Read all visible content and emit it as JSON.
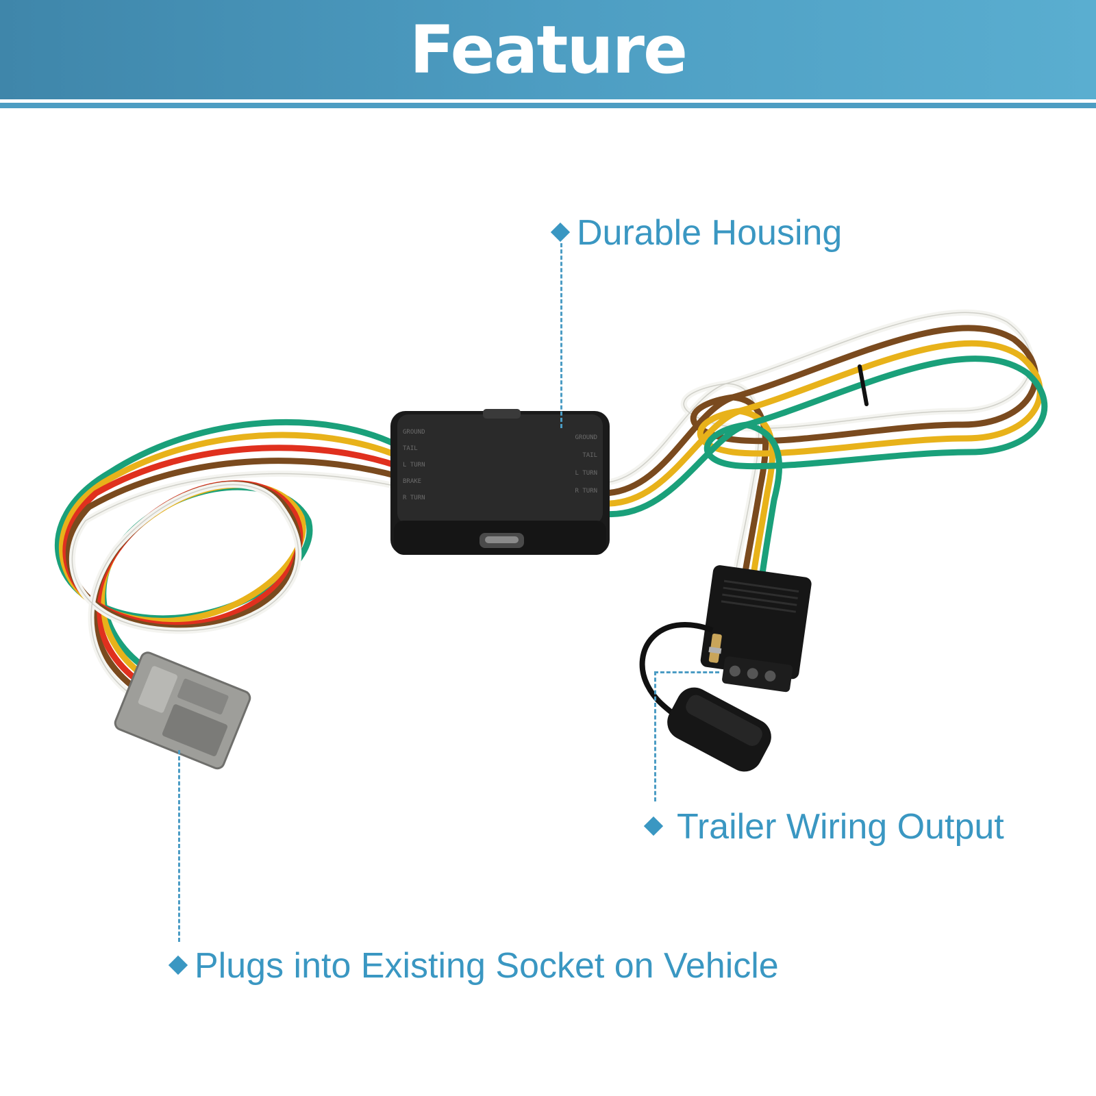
{
  "banner": {
    "title": "Feature"
  },
  "callouts": {
    "durable_housing": "Durable Housing",
    "trailer_output": "Trailer Wiring Output",
    "plugs_into": "Plugs into Existing Socket on Vehicle"
  },
  "housing_labels": {
    "left": [
      "GROUND",
      "TAIL",
      "L TURN",
      "BRAKE",
      "R TURN"
    ],
    "right": [
      "GROUND",
      "TAIL",
      "L TURN",
      "R TURN"
    ]
  },
  "colors": {
    "accent": "#3a97c2",
    "banner": "#4d9dc2",
    "wire_white": "#f4f4f0",
    "wire_brown": "#7a4a1e",
    "wire_yellow": "#e8b21a",
    "wire_green": "#1aa07a",
    "wire_red": "#e0301e"
  }
}
